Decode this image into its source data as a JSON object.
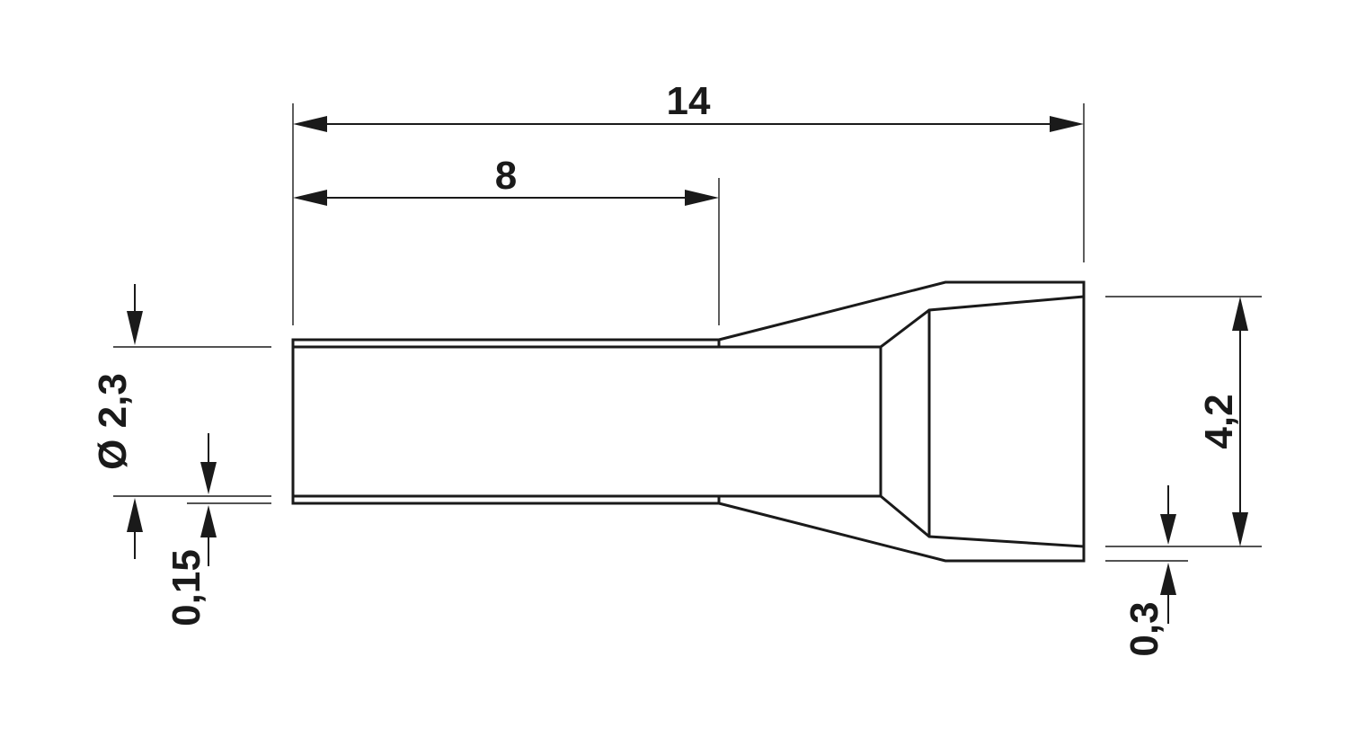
{
  "drawing": {
    "dimensions": {
      "overall_length": "14",
      "tube_length": "8",
      "inner_diameter": "Ø 2,3",
      "tube_wall": "0,15",
      "collar_diameter": "4,2",
      "collar_wall": "0,3"
    },
    "colors": {
      "line": "#1a1a1a",
      "background": "#ffffff"
    }
  }
}
